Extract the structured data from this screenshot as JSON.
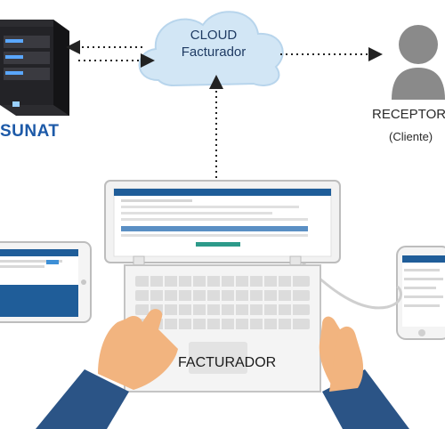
{
  "cloud": {
    "line1": "CLOUD",
    "line2": "Facturador"
  },
  "sunat": {
    "label": "SUNAT"
  },
  "receptor": {
    "title": "RECEPTOR",
    "subtitle": "(Cliente)"
  },
  "laptop": {
    "label": "FACTURADOR"
  },
  "colors": {
    "cloud_fill": "#cde3f3",
    "brand_blue": "#1d5aa8",
    "screen_header": "#1f5d99",
    "person_gray": "#888888",
    "hand": "#f2b47f",
    "sleeve": "#2b5486"
  },
  "icons": [
    "server-icon",
    "cloud-icon",
    "person-icon",
    "laptop-icon",
    "tablet-icon",
    "phone-icon",
    "hand-icon"
  ]
}
